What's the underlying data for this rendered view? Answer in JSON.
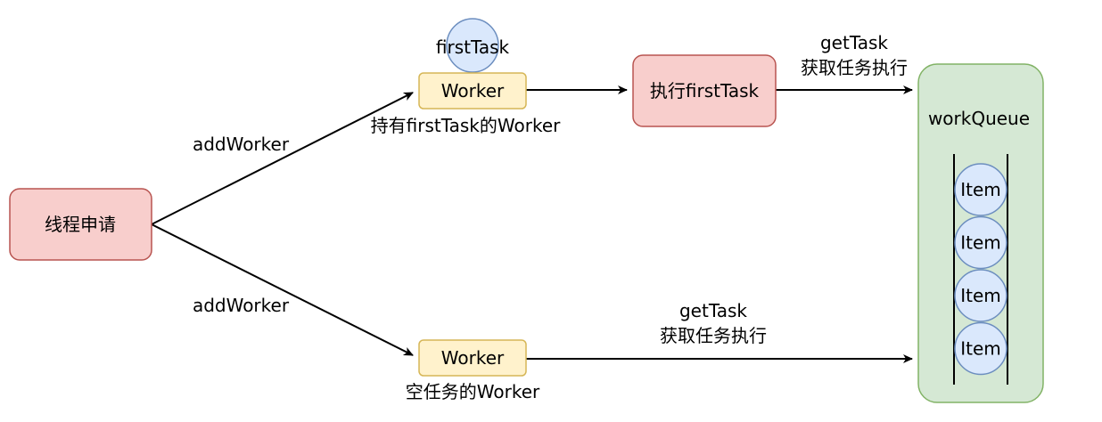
{
  "nodes": {
    "thread_request": "线程申请",
    "worker_top": "Worker",
    "first_task_circle": "firstTask",
    "execute_first_task": "执行firstTask",
    "worker_bottom": "Worker",
    "work_queue": "workQueue",
    "queue_items": [
      "Item",
      "Item",
      "Item",
      "Item"
    ]
  },
  "labels": {
    "add_worker_top": "addWorker",
    "add_worker_bottom": "addWorker",
    "worker_top_caption": "持有firstTask的Worker",
    "worker_bottom_caption": "空任务的Worker",
    "get_task_top_line1": "getTask",
    "get_task_top_line2": "获取任务执行",
    "get_task_bottom_line1": "getTask",
    "get_task_bottom_line2": "获取任务执行"
  },
  "colors": {
    "red_fill": "#f8cecc",
    "red_stroke": "#b85450",
    "yellow_fill": "#fff2cc",
    "yellow_stroke": "#d6b656",
    "blue_fill": "#dae8fc",
    "blue_stroke": "#6c8ebf",
    "green_fill": "#d5e8d4",
    "green_stroke": "#82b366",
    "line": "#000000"
  }
}
